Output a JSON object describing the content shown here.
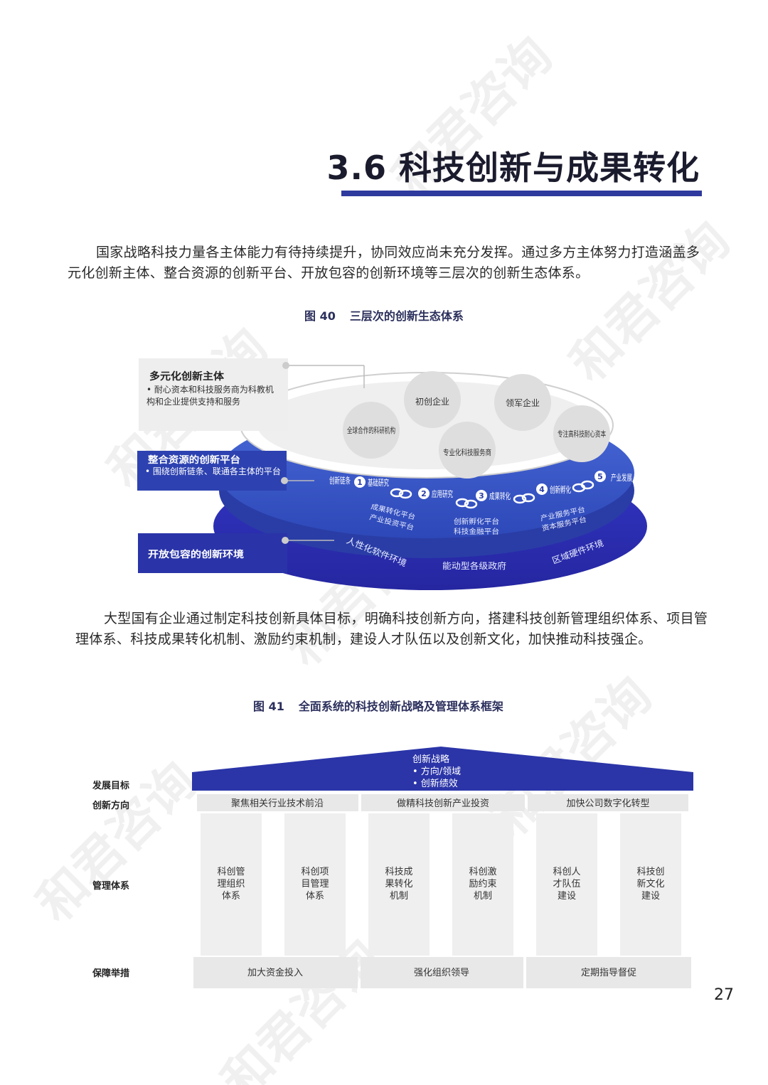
{
  "section_title": "3.6 科技创新与成果转化",
  "paragraph1": "国家战略科技力量各主体能力有待持续提升，协同效应尚未充分发挥。通过多方主体努力打造涵盖多元化创新主体、整合资源的创新平台、开放包容的创新环境等三层次的创新生态体系。",
  "figure40": {
    "number": "图 40",
    "title": "三层次的创新生态体系",
    "boxes": [
      {
        "title": "多元化创新主体",
        "bullet": "• 耐心资本和科技服务商为科教机构和企业提供支持和服务"
      },
      {
        "title": "整合资源的创新平台",
        "bullet": "• 围绕创新链条、联通各主体的平台"
      },
      {
        "title": "开放包容的创新环境",
        "bullet": ""
      }
    ],
    "top_entities": [
      "初创企业",
      "领军企业",
      "全球合作的科研机构",
      "专注高科技耐心资本",
      "专业化科技服务商"
    ],
    "chain_label": "创新链条",
    "chain_end": "产业发展",
    "chain_steps": [
      {
        "num": "1",
        "label": "基础研究"
      },
      {
        "num": "2",
        "label": "应用研究"
      },
      {
        "num": "3",
        "label": "成果转化"
      },
      {
        "num": "4",
        "label": "创新孵化"
      },
      {
        "num": "5",
        "label": "产业发展"
      }
    ],
    "platforms": [
      "成果转化平台",
      "产业投资平台",
      "创新孵化平台",
      "科技金融平台",
      "产业服务平台",
      "资本服务平台"
    ],
    "environment": [
      "人性化软件环境",
      "能动型各级政府",
      "区域硬件环境"
    ]
  },
  "paragraph2": "大型国有企业通过制定科技创新具体目标，明确科技创新方向，搭建科技创新管理组织体系、项目管理体系、科技成果转化机制、激励约束机制，建设人才队伍以及创新文化，加快推动科技强企。",
  "figure41": {
    "number": "图 41",
    "title": "全面系统的科技创新战略及管理体系框架",
    "row_labels": [
      "发展目标",
      "创新方向",
      "管理体系",
      "保障举措"
    ],
    "roof_title": "创新战略",
    "roof_bullets": [
      "• 方向/领域",
      "• 创新绩效"
    ],
    "directions": [
      "聚焦相关行业技术前沿",
      "做精科技创新产业投资",
      "加快公司数字化转型"
    ],
    "pillars": [
      "科创管理组织体系",
      "科创项目管理体系",
      "科技成果转化机制",
      "科创激励约束机制",
      "科创人才队伍建设",
      "科技创新文化建设"
    ],
    "measures": [
      "加大资金投入",
      "强化组织领导",
      "定期指导督促"
    ]
  },
  "page_number": "27",
  "watermark": "和君咨询",
  "colors": {
    "accent": "#2f3a9e",
    "deep_blue": "#2e2fb0",
    "mid_blue": "#3a55c8",
    "title_text": "#1b1b2e"
  }
}
